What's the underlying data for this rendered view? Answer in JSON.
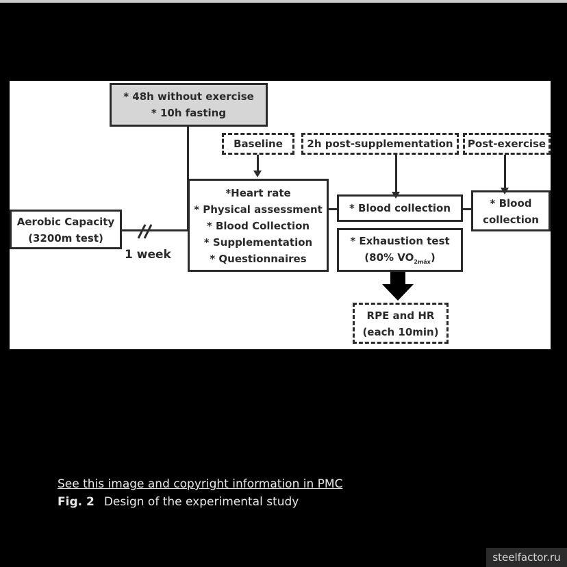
{
  "diagram": {
    "prereq": {
      "line1": "* 48h without exercise",
      "line2": "* 10h fasting"
    },
    "aerobic": {
      "line1": "Aerobic Capacity",
      "line2": "(3200m test)"
    },
    "week_label": "1 week",
    "baseline_label": "Baseline",
    "post_supp_label": "2h post-supplementation",
    "post_ex_label": "Post-exercise",
    "baseline_steps": [
      "*Heart rate",
      "* Physical assessment",
      "* Blood Collection",
      "* Supplementation",
      "* Questionnaires"
    ],
    "blood_collection": "* Blood collection",
    "blood_collection_2": {
      "line1": "* Blood",
      "line2": "collection"
    },
    "exhaustion": {
      "line1": "* Exhaustion test",
      "line2_prefix": "(80% VO",
      "line2_sub": "2máx",
      "line2_suffix": ")"
    },
    "rpe": {
      "line1": "RPE and HR",
      "line2": "(each 10min)"
    }
  },
  "caption": {
    "link": "See this image and copyright information in PMC",
    "fig_num": "Fig. 2",
    "fig_text": "Design of the experimental study"
  },
  "watermark": "steelfactor.ru"
}
